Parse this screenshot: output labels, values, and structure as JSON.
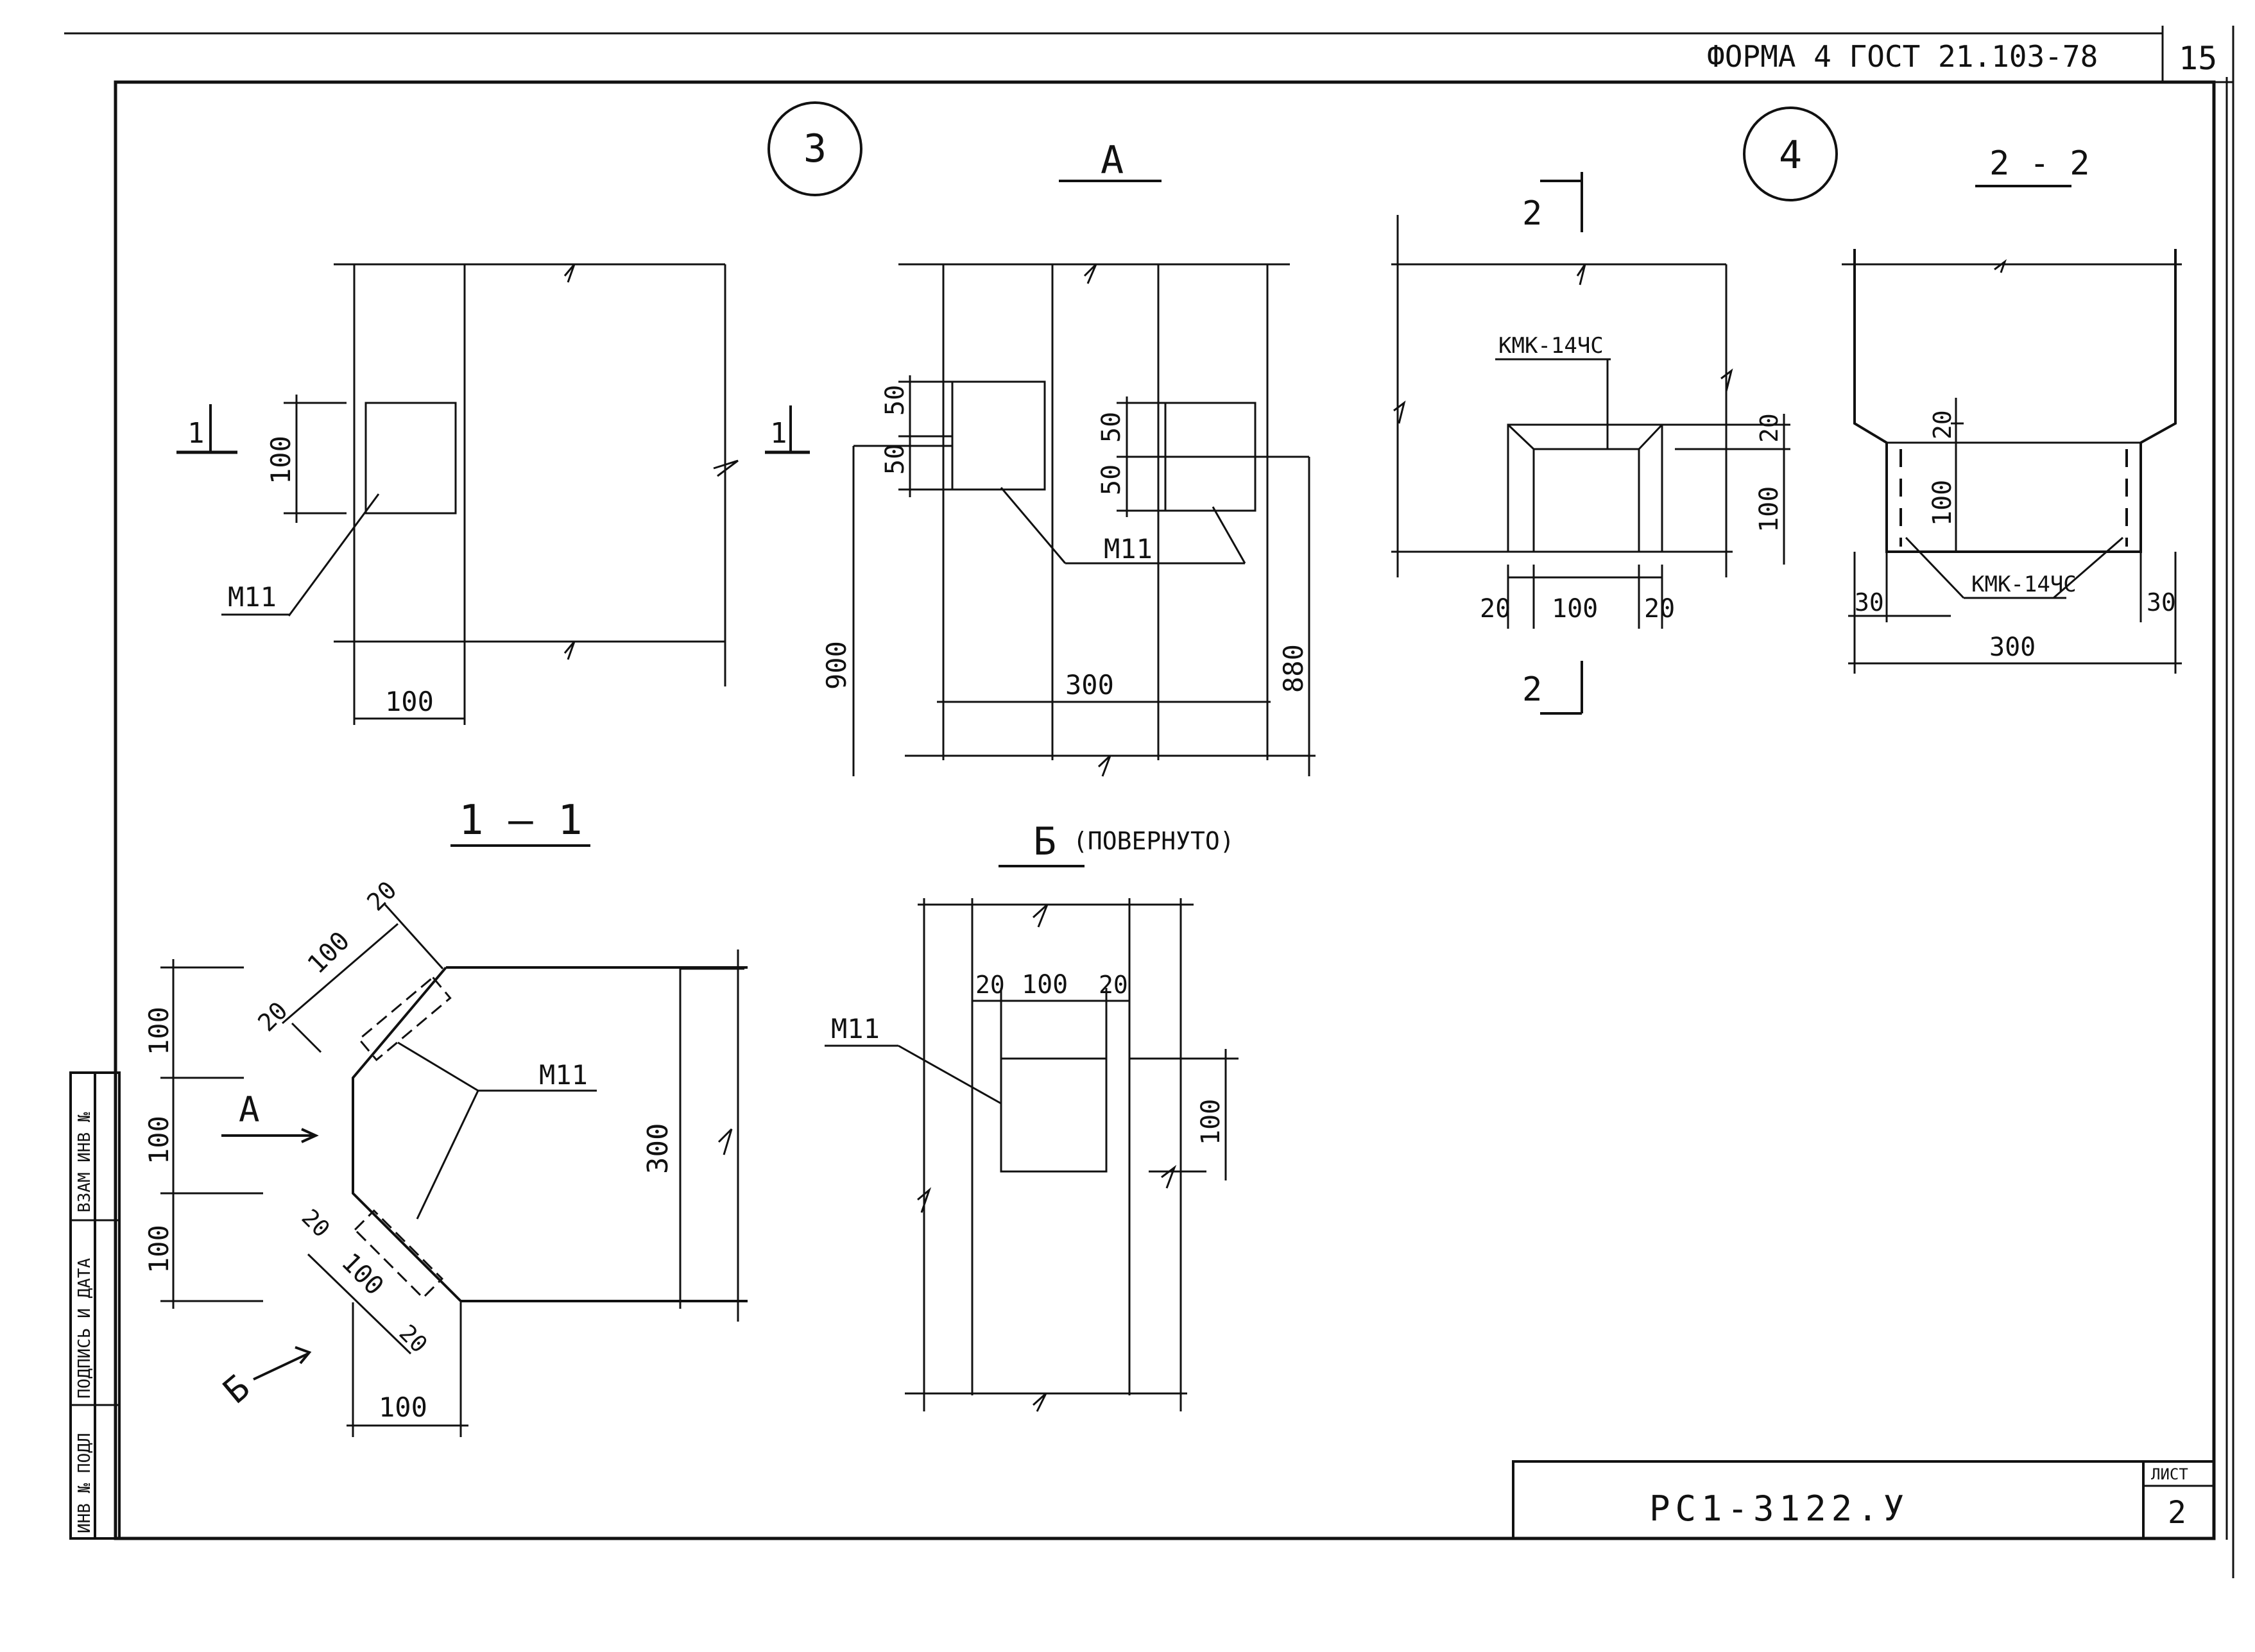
{
  "title_block": {
    "form_label": "ФОРМА 4  ГОСТ 21.103-78",
    "page_number": "15",
    "document_code": "РС1-3122.У",
    "sheet_label": "ЛИСТ",
    "sheet_number": "2"
  },
  "side_stamp": {
    "inv_orig": "ИНВ № ПОДЛ",
    "sign_date": "ПОДПИСЬ И ДАТА",
    "inv_repl": "ВЗАМ ИНВ №"
  },
  "nodes": {
    "node3": "3",
    "node4": "4"
  },
  "views": {
    "view_a": "А",
    "view_b": "Б",
    "view_b_note": "(ПОВЕРНУТО)",
    "section_1_1": "1 – 1",
    "section_2_2": "2 - 2"
  },
  "section_marks": {
    "one": "1",
    "two": "2"
  },
  "labels": {
    "m11": "М11",
    "kmk": "КМК-14ЧС"
  },
  "dims": {
    "d20": "20",
    "d30": "30",
    "d50": "50",
    "d100": "100",
    "d300": "300",
    "d880": "880",
    "d900": "900"
  }
}
